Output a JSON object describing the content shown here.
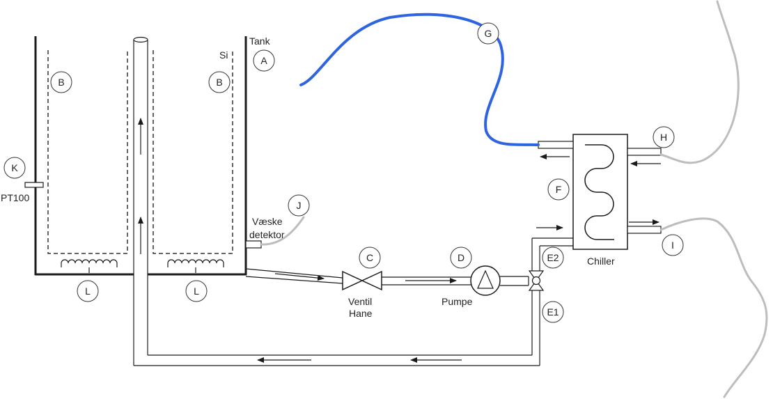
{
  "labels": {
    "tank": "Tank",
    "si": "Si",
    "pt100": "PT100",
    "vaeske": "Væske",
    "detektor": "detektor",
    "ventil": "Ventil",
    "hane": "Hane",
    "pumpe": "Pumpe",
    "chiller": "Chiller"
  },
  "markers": {
    "A": "A",
    "B": "B",
    "C": "C",
    "D": "D",
    "E1": "E1",
    "E2": "E2",
    "F": "F",
    "G": "G",
    "H": "H",
    "I": "I",
    "J": "J",
    "K": "K",
    "L": "L"
  },
  "colors": {
    "line": "#1a1a1a",
    "blue_hose": "#2f64e0",
    "grey_hose": "#bdbdbd",
    "dash": "#333333"
  }
}
